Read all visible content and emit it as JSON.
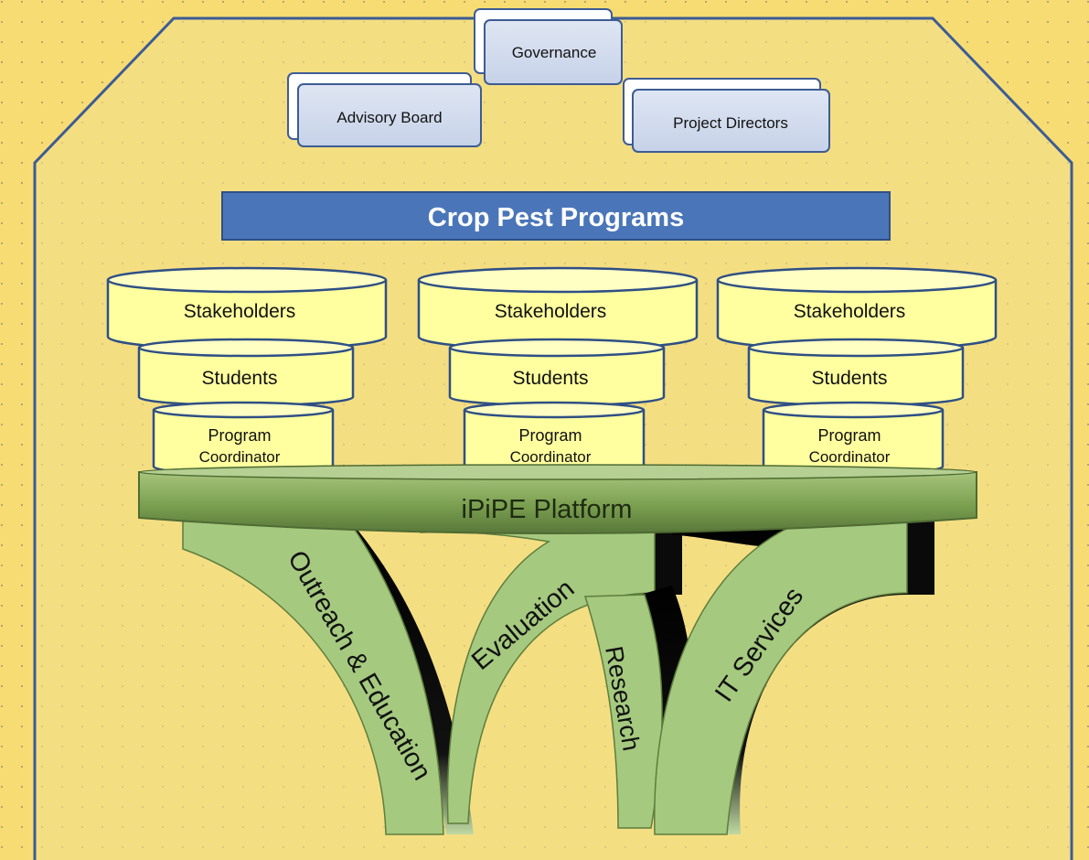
{
  "governance": {
    "title": "Governance",
    "advisory_board": "Advisory Board",
    "project_directors": "Project Directors"
  },
  "banner": {
    "title": "Crop Pest Programs"
  },
  "programs": [
    {
      "stakeholders": "Stakeholders",
      "students": "Students",
      "coordinator_line1": "Program",
      "coordinator_line2": "Coordinator"
    },
    {
      "stakeholders": "Stakeholders",
      "students": "Students",
      "coordinator_line1": "Program",
      "coordinator_line2": "Coordinator"
    },
    {
      "stakeholders": "Stakeholders",
      "students": "Students",
      "coordinator_line1": "Program",
      "coordinator_line2": "Coordinator"
    }
  ],
  "platform": {
    "label": "iPiPE Platform"
  },
  "supports": {
    "outreach": "Outreach & Education",
    "evaluation": "Evaluation",
    "research": "Research",
    "it_services": "IT Services"
  },
  "colors": {
    "background": "#f7dc74",
    "frame_fill": "#f1df8c",
    "frame_stroke": "#3d5c94",
    "banner": "#4a76b9",
    "cylinder_fill": "#ffff9f",
    "platform": "#7da555",
    "support": "#a5c97f"
  }
}
